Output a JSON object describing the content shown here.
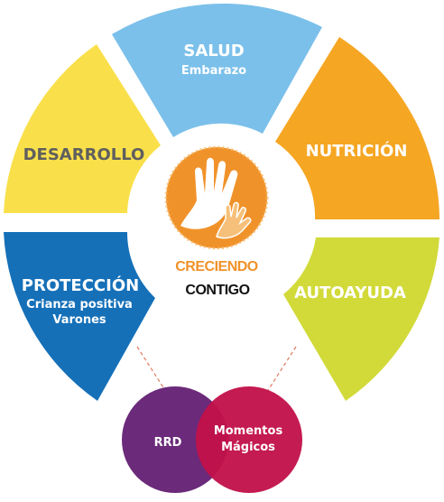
{
  "colors": {
    "salud": "#7bc0ea",
    "nutricion": "#f5a623",
    "autoayuda": "#d2da3a",
    "proteccion": "#1570b8",
    "desarrollo": "#f9e04a",
    "logo": "#f0922a",
    "creciendo": "#f0922a",
    "rrd": "#6b2a7a",
    "momentos": "#c2124b",
    "connector": "#e07a5f"
  },
  "segments": {
    "salud": {
      "title": "SALUD",
      "subtitle": "Embarazo"
    },
    "nutricion": {
      "title": "NUTRICIÓN"
    },
    "autoayuda": {
      "title": "AUTOAYUDA"
    },
    "proteccion": {
      "title": "PROTECCIÓN",
      "subtitle_1": "Crianza positiva",
      "subtitle_2": "Varones"
    },
    "desarrollo": {
      "title": "DESARROLLO"
    }
  },
  "center": {
    "logo_icon": "hands-icon",
    "line1": "CRECIENDO",
    "line2": "CONTIGO"
  },
  "bottom": {
    "rrd": "RRD",
    "momentos_line1": "Momentos",
    "momentos_line2": "Mágicos"
  }
}
